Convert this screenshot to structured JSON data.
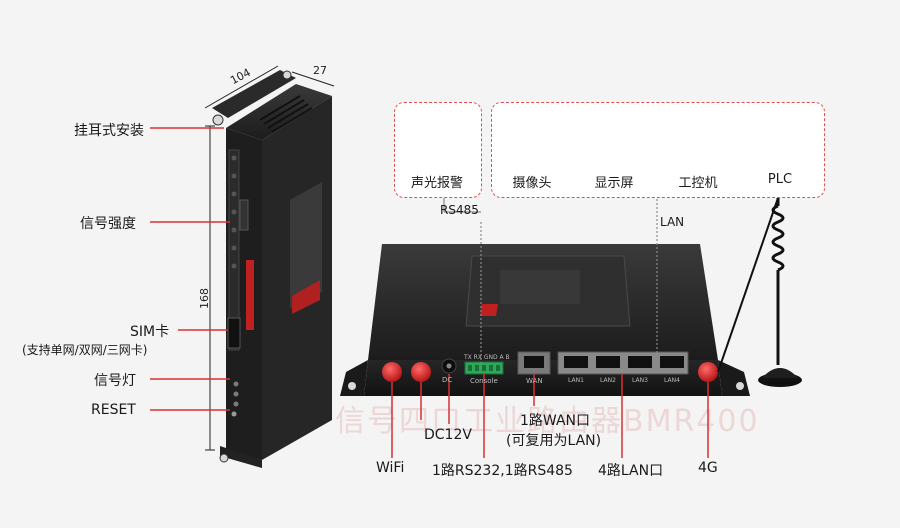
{
  "dimensions": {
    "width": "104",
    "depth": "27",
    "height": "168"
  },
  "left_labels": {
    "ear_mount": "挂耳式安装",
    "signal_strength": "信号强度",
    "sim_card": "SIM卡",
    "sim_card_sub": "(支持单网/双网/三网卡)",
    "signal_light": "信号灯",
    "reset": "RESET"
  },
  "devices": {
    "alarm": "声光报警",
    "camera": "摄像头",
    "display": "显示屏",
    "ipc": "工控机",
    "plc": "PLC"
  },
  "links": {
    "rs485": "RS485",
    "lan": "LAN"
  },
  "bottom_labels": {
    "wifi": "WiFi",
    "dc": "DC12V",
    "serial": "1路RS232,1路RS485",
    "wan": "1路WAN口",
    "wan_sub": "(可复用为LAN)",
    "lan": "4路LAN口",
    "g4": "4G"
  },
  "port_labels": {
    "dc": "DC",
    "console_pins": "TX RX GND A B",
    "console": "Console",
    "wan": "WAN",
    "lan1": "LAN1",
    "lan2": "LAN2",
    "lan3": "LAN3",
    "lan4": "LAN4"
  },
  "watermark": "信号四口工业路由器BMR400",
  "colors": {
    "accent": "#d93030",
    "device_body": "#1b1b1b"
  }
}
